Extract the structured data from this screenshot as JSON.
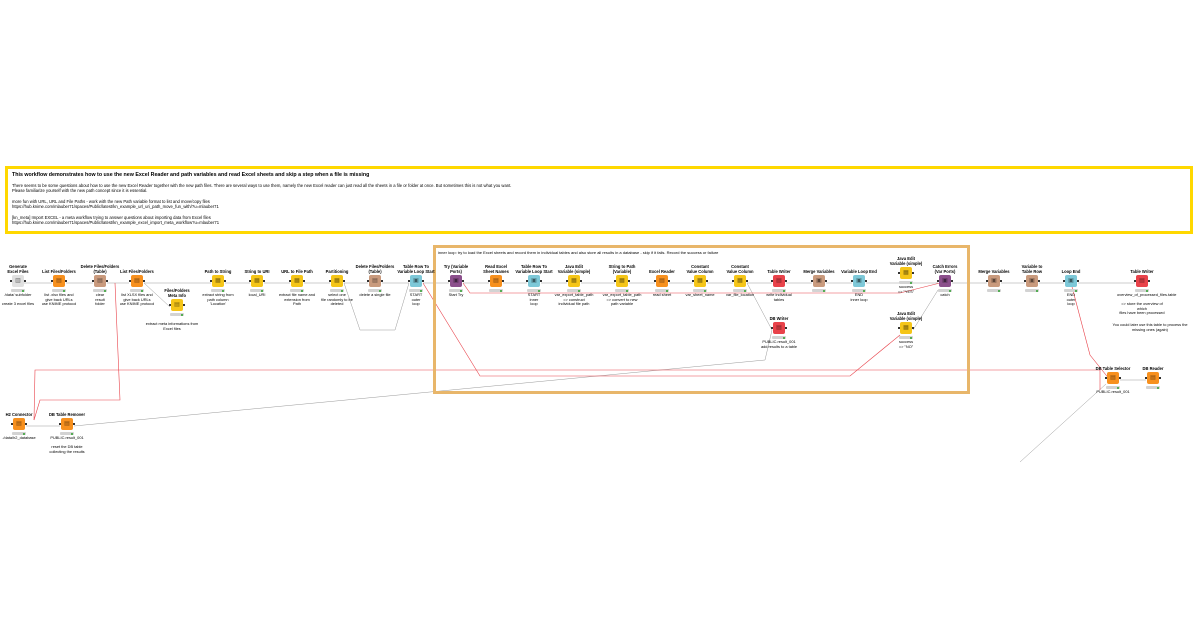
{
  "annotations": {
    "main": {
      "title": "This workflow demonstrates how to use the new Excel Reader and path variables and read Excel sheets and skip a step when a file is missing",
      "lines": [
        "There seems to be some questions about how to use the new Excel Reader together with the new path files. There are several ways to use them, namely the new Excel reader can just read all the sheets in a file or folder at once. But sometimes this is not      what you want.",
        "Please familiarize yourself with the new path concept since it is essential.",
        "more fun with URL, URL and File Paths - work with the new Path variable format to list and move/copy files",
        "https://hub.knime.com/mlauber71/spaces/Public/latest/kn_example_url_uri_path_move_fun_with/?u=mlauber71",
        "[kn_meta] Import EXCEL - a meta workflow trying to answer questions about importing data from Excel files",
        "https://hub.knime.com/mlauber71/spaces/Public/latest/kn_example_excel_import_meta_workflow?u=mlauber71"
      ]
    },
    "loop": {
      "text": "inner loop: try to load the Excel sheets and record them in individual tables and also store all results in a database - skip if it fails. Record the success or failure"
    }
  },
  "nodes": [
    {
      "id": "n1",
      "title": "Generate\nExcel Files",
      "desc": "/data/ subfolder\n\ncreate 3 excel files",
      "color": "#e0e0e0",
      "icon": "▥"
    },
    {
      "id": "n2",
      "title": "List Files/Folders",
      "desc": "list .xlsx files and\ngive back URLs\nuse KNIME protocol",
      "color": "#f7901e",
      "icon": "▤"
    },
    {
      "id": "n3",
      "title": "Delete Files/Folders\n(Table)",
      "desc": "clear\nresult\nfolder",
      "color": "#c99a7d",
      "icon": "▤"
    },
    {
      "id": "n4",
      "title": "List Files/Folders",
      "desc": "list XLSX files and\ngive back URLs\nuse KNIME protocol",
      "color": "#f7901e",
      "icon": "▤"
    },
    {
      "id": "n5",
      "title": "Files/Folders\nMeta Info",
      "desc": "",
      "color": "#f5c518",
      "icon": "▤"
    },
    {
      "id": "n6",
      "title": "Path to String",
      "desc": "extract string from\npath column\n'Location'",
      "color": "#f5c518",
      "icon": "▦"
    },
    {
      "id": "n7",
      "title": "String to URI",
      "desc": "local_URI",
      "color": "#f5c518",
      "icon": "▦"
    },
    {
      "id": "n8",
      "title": "URL to File Path",
      "desc": "extract file name and\nextension from\nPath",
      "color": "#f5c518",
      "icon": "▦"
    },
    {
      "id": "n9",
      "title": "Partitioning",
      "desc": "select one\nfile randomly to be\ndeleted",
      "color": "#f5c518",
      "icon": "▦"
    },
    {
      "id": "n10",
      "title": "Delete Files/Folders\n(Table)",
      "desc": "delete a single file",
      "color": "#c99a7d",
      "icon": "▤"
    },
    {
      "id": "n11",
      "title": "Table Row To\nVariable Loop Start",
      "desc": "START\nouter\nloop",
      "color": "#7dc8d8",
      "icon": "▣"
    },
    {
      "id": "n12",
      "title": "Try (Variable\nPorts)",
      "desc": "Start Try",
      "color": "#8c4f8c",
      "icon": "▣"
    },
    {
      "id": "n13",
      "title": "Read Excel\nSheet Names",
      "desc": "",
      "color": "#f7901e",
      "icon": "▤"
    },
    {
      "id": "n14",
      "title": "Table Row To\nVariable Loop Start",
      "desc": "START\ninner\nloop",
      "color": "#7dc8d8",
      "icon": "▣"
    },
    {
      "id": "n15",
      "title": "Java Edit\nVariable (simple)",
      "desc": "var_export_table_path\n=> construct\nindividual file path",
      "color": "#f5c518",
      "icon": "▦"
    },
    {
      "id": "n16",
      "title": "String to Path\n(Variable)",
      "desc": "var_export_table_path\n=> convert to new\npath variable",
      "color": "#f5c518",
      "icon": "▦"
    },
    {
      "id": "n17",
      "title": "Excel Reader",
      "desc": "read sheet",
      "color": "#f7901e",
      "icon": "▤"
    },
    {
      "id": "n18",
      "title": "Constant\nValue Column",
      "desc": "var_sheet_name",
      "color": "#f5c518",
      "icon": "▦"
    },
    {
      "id": "n19",
      "title": "Constant\nValue Column",
      "desc": "var_file_location",
      "color": "#f5c518",
      "icon": "▦"
    },
    {
      "id": "n20",
      "title": "Table Writer",
      "desc": "write individual\ntables",
      "color": "#e8424a",
      "icon": "▤"
    },
    {
      "id": "n21",
      "title": "Merge Variables",
      "desc": "",
      "color": "#c99a7d",
      "icon": "▣"
    },
    {
      "id": "n22",
      "title": "Variable Loop End",
      "desc": "END\ninner loop",
      "color": "#7dc8d8",
      "icon": "▣"
    },
    {
      "id": "n23",
      "title": "Java Edit\nVariable (simple)",
      "desc": "success\n=> \"YES\"",
      "color": "#f5c518",
      "icon": "▦"
    },
    {
      "id": "n24",
      "title": "Catch Errors\n(Var Ports)",
      "desc": "catch",
      "color": "#8c4f8c",
      "icon": "▣"
    },
    {
      "id": "n25",
      "title": "Merge Variables",
      "desc": "",
      "color": "#c99a7d",
      "icon": "▣"
    },
    {
      "id": "n26",
      "title": "Variable to\nTable Row",
      "desc": "",
      "color": "#c99a7d",
      "icon": "▣"
    },
    {
      "id": "n27",
      "title": "Loop End",
      "desc": "END\nouter\nloop",
      "color": "#7dc8d8",
      "icon": "▣"
    },
    {
      "id": "n28",
      "title": "Table Writer",
      "desc": "overview_of_processed_files.table\n\n=> store the overview of which\nfiles have been processed",
      "color": "#e8424a",
      "icon": "▤"
    },
    {
      "id": "n29",
      "title": "DB Writer",
      "desc": "PUBLIC.result_001\nadd results to a table",
      "color": "#e8424a",
      "icon": "▤"
    },
    {
      "id": "n30",
      "title": "Java Edit\nVariable (simple)",
      "desc": "success\n=> \"NO\"",
      "color": "#f5c518",
      "icon": "▦"
    },
    {
      "id": "n31",
      "title": "H2 Connector",
      "desc": "./data/h2_database",
      "color": "#f7901e",
      "icon": "▤"
    },
    {
      "id": "n32",
      "title": "DB Table Remover",
      "desc": "PUBLIC.result_001\n\nreset the DB table\ncollecting the results",
      "color": "#f7901e",
      "icon": "▤"
    },
    {
      "id": "n33",
      "title": "DB Table Selector",
      "desc": "PUBLIC.result_001",
      "color": "#f7901e",
      "icon": "▤"
    },
    {
      "id": "n34",
      "title": "DB Reader",
      "desc": "",
      "color": "#f7901e",
      "icon": "▤"
    }
  ],
  "free_texts": {
    "meta_info_note": "extract meta informations from\nExcel files",
    "writer_note": "You could later use this table to process the\nmissing ones (again)"
  }
}
